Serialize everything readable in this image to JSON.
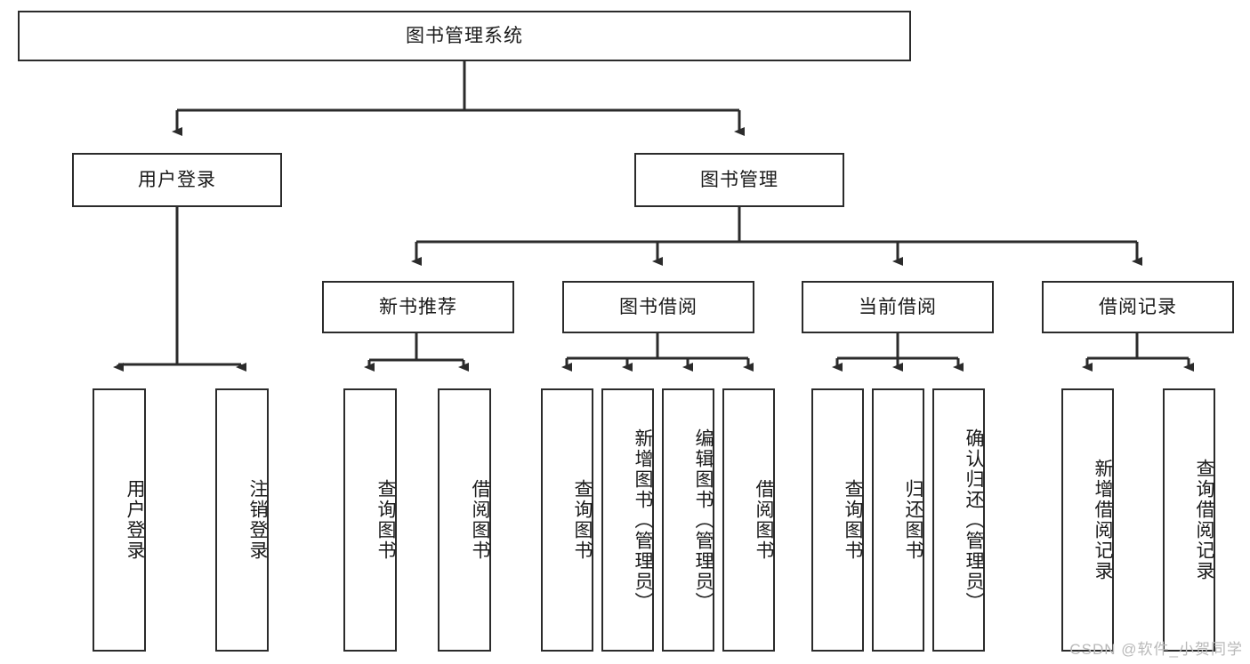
{
  "diagram": {
    "title": "图书管理系统",
    "type": "hierarchy-tree",
    "orientation": "top-down",
    "colors": {
      "box_border": "#2b2b2b",
      "box_fill": "#ffffff",
      "edge": "#2b2b2b",
      "text": "#1a1a1a",
      "watermark": "#b9b9b9",
      "background": "#ffffff"
    },
    "root": {
      "label": "图书管理系统"
    },
    "level2": [
      {
        "label": "用户登录"
      },
      {
        "label": "图书管理"
      }
    ],
    "level3": [
      {
        "label": "新书推荐"
      },
      {
        "label": "图书借阅"
      },
      {
        "label": "当前借阅"
      },
      {
        "label": "借阅记录"
      }
    ],
    "leaves": {
      "user_login": [
        {
          "label": "用户登录"
        },
        {
          "label": "注销登录"
        }
      ],
      "new_book_recommend": [
        {
          "label": "查询图书"
        },
        {
          "label": "借阅图书"
        }
      ],
      "book_borrow": [
        {
          "label": "查询图书"
        },
        {
          "label": "新增图书（管理员）"
        },
        {
          "label": "编辑图书（管理员）"
        },
        {
          "label": "借阅图书"
        }
      ],
      "current_borrow": [
        {
          "label": "查询图书"
        },
        {
          "label": "归还图书"
        },
        {
          "label": "确认归还（管理员）"
        }
      ],
      "borrow_record": [
        {
          "label": "新增借阅记录"
        },
        {
          "label": "查询借阅记录"
        }
      ]
    },
    "watermark": "CSDN @软件_小贺同学"
  }
}
